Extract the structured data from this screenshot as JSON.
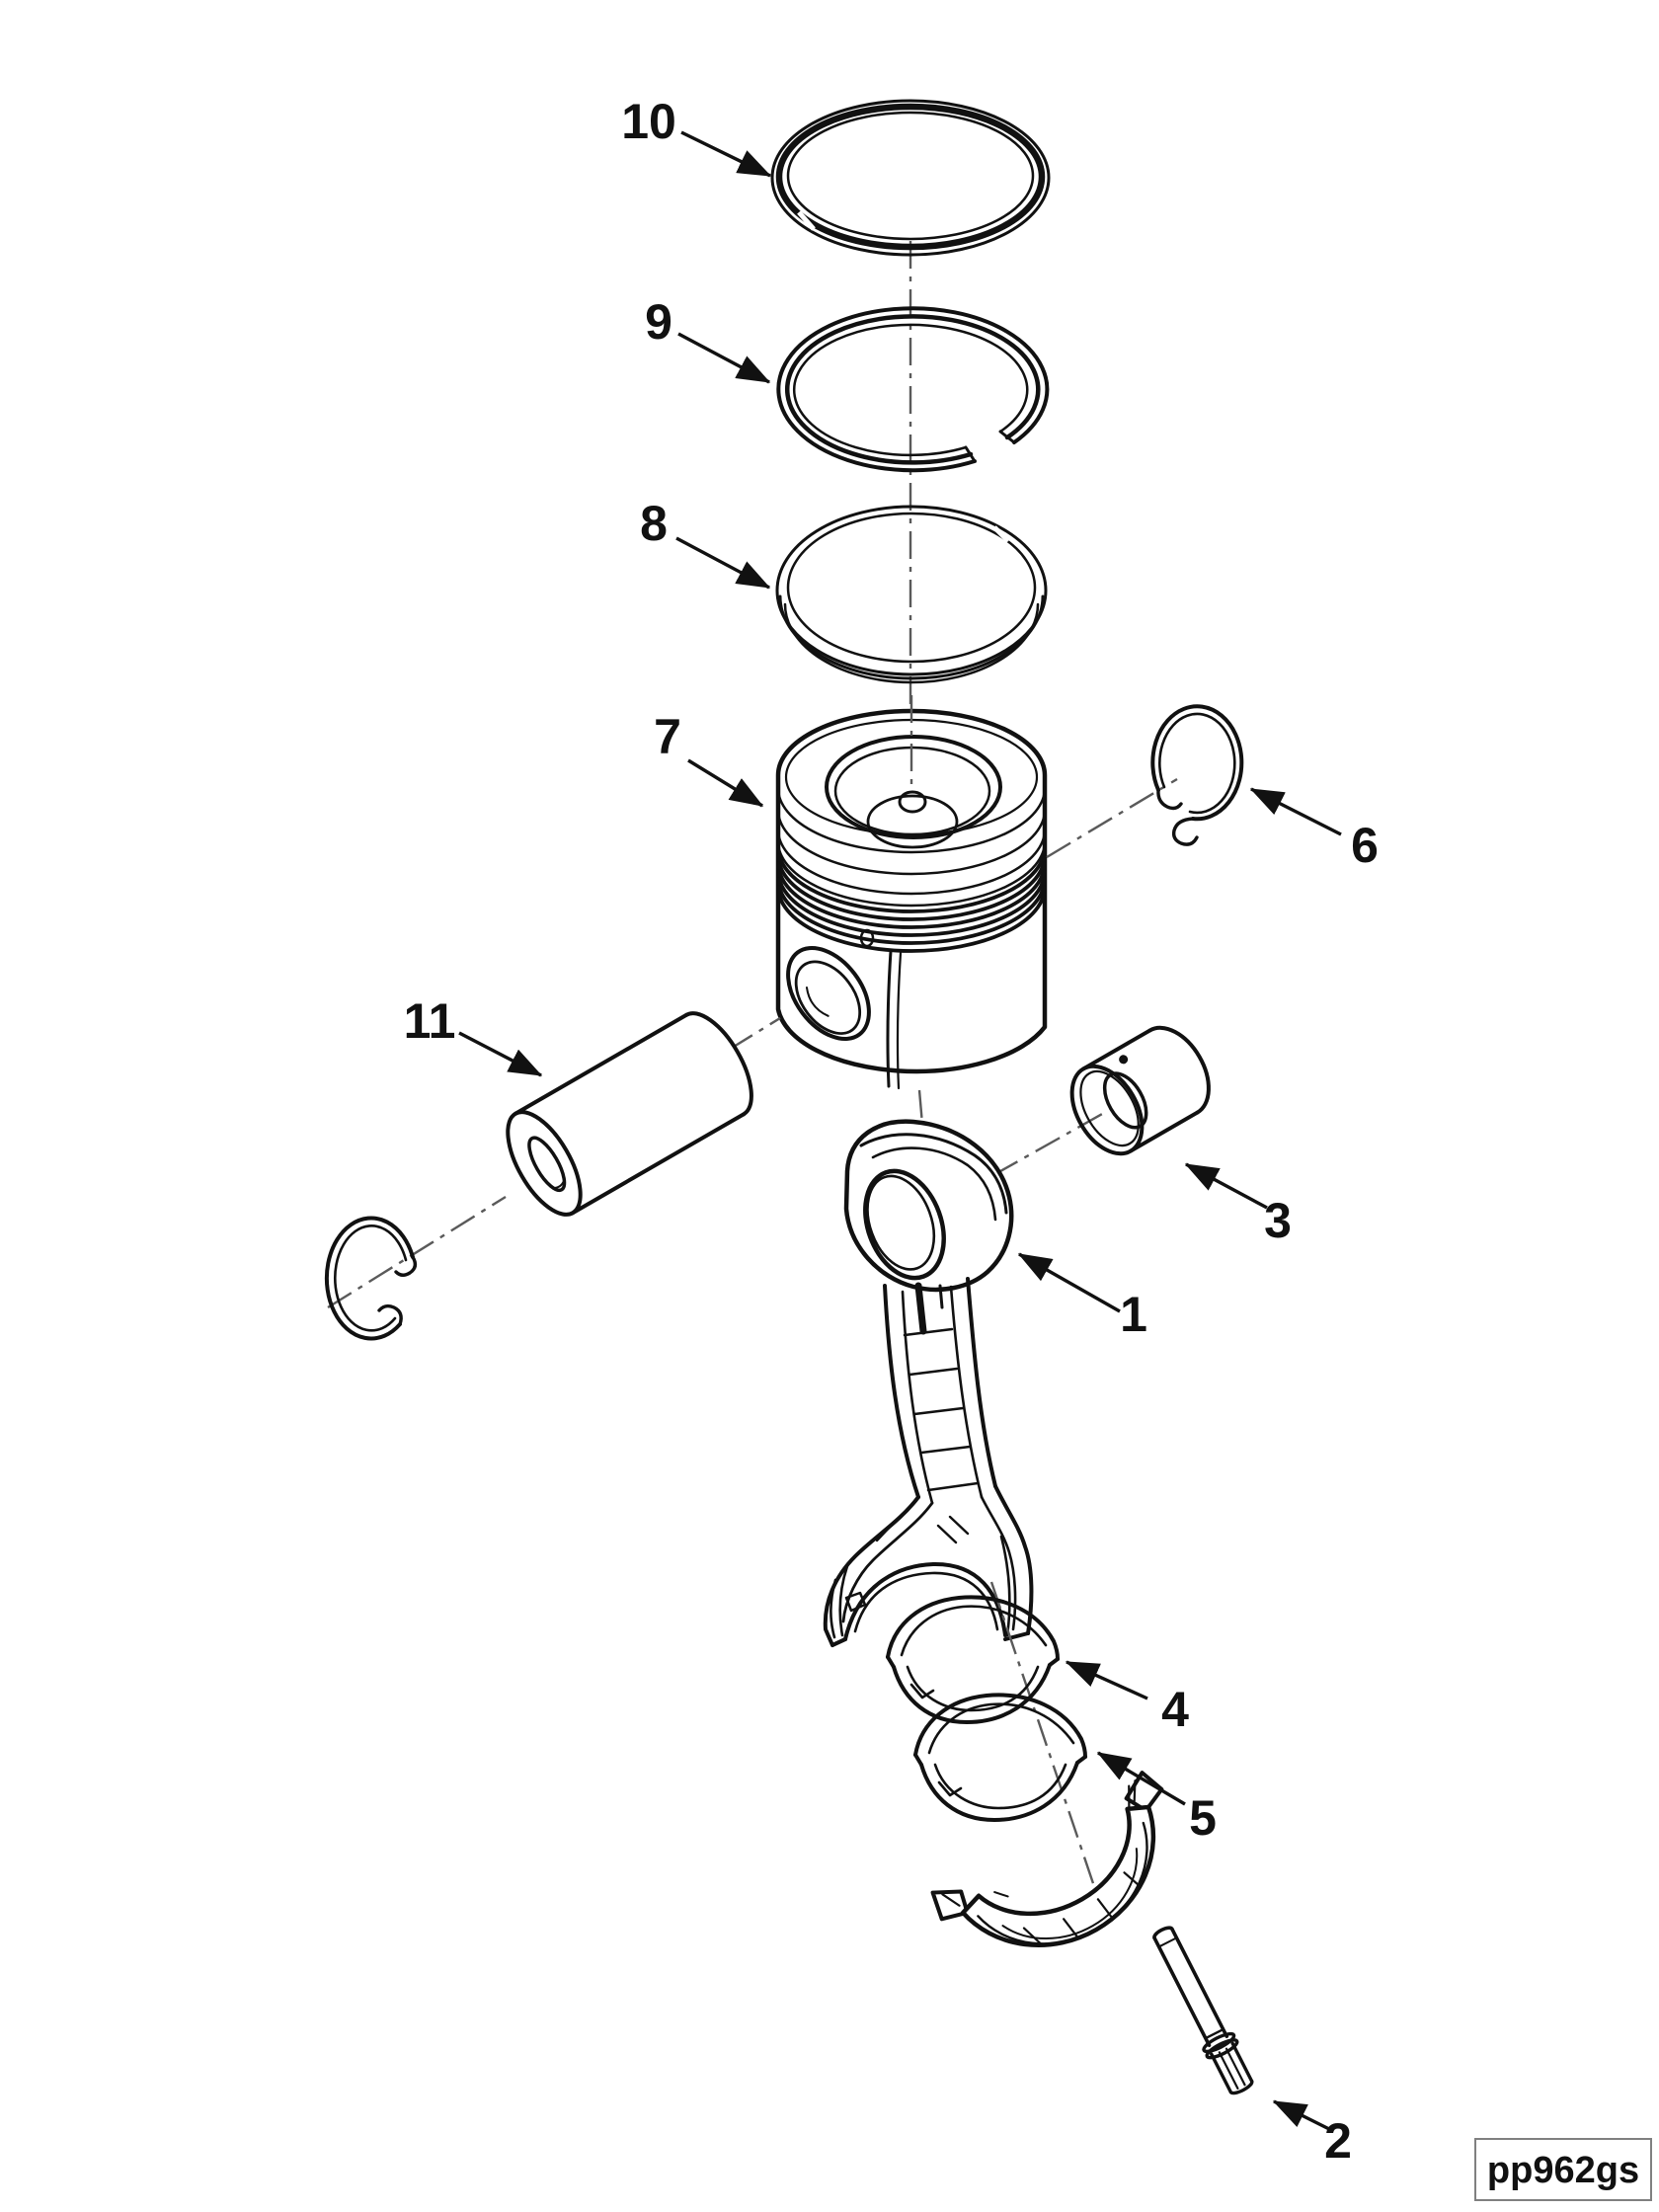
{
  "figure": {
    "code": "pp962gs",
    "type": "exploded-parts-diagram",
    "subject": "piston-and-connecting-rod-assembly",
    "colors": {
      "line": "#111111",
      "centerline": "#5a5a5a",
      "background": "#ffffff",
      "code_box_border": "#808080"
    }
  },
  "callouts": [
    {
      "label": "1",
      "part": "connecting-rod"
    },
    {
      "label": "2",
      "part": "connecting-rod-cap-bolt"
    },
    {
      "label": "3",
      "part": "piston-pin-bushing"
    },
    {
      "label": "4",
      "part": "connecting-rod-bearing-upper"
    },
    {
      "label": "5",
      "part": "connecting-rod-bearing-lower"
    },
    {
      "label": "6",
      "part": "piston-pin-retaining-ring-right"
    },
    {
      "label": "7",
      "part": "piston"
    },
    {
      "label": "8",
      "part": "oil-control-ring"
    },
    {
      "label": "9",
      "part": "second-compression-ring"
    },
    {
      "label": "10",
      "part": "top-compression-ring"
    },
    {
      "label": "11",
      "part": "piston-pin"
    }
  ]
}
